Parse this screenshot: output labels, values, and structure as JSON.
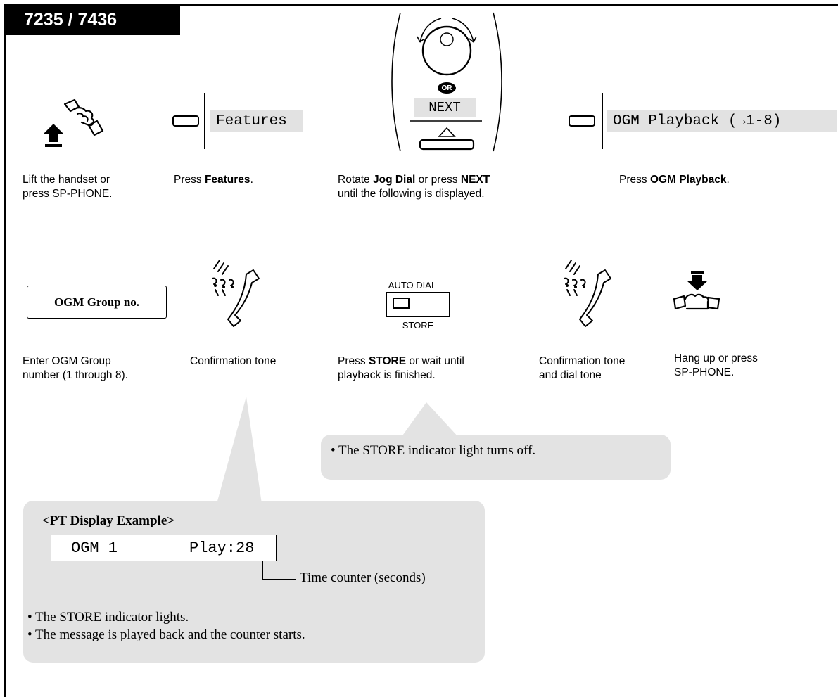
{
  "header": {
    "model": "7235 / 7436"
  },
  "row1": {
    "step1": {
      "line1": "Lift the handset or",
      "line2": "press SP-PHONE."
    },
    "step2": {
      "display": "Features",
      "pre": "Press ",
      "bold": "Features",
      "post": "."
    },
    "step3": {
      "or_label": "OR",
      "next_label": "NEXT",
      "line1_pre": "Rotate ",
      "line1_bold1": "Jog Dial",
      "line1_mid": " or press ",
      "line1_bold2": "NEXT",
      "line2": "until the following is displayed."
    },
    "step4": {
      "display": "OGM Playback (→1-8)",
      "pre": "Press ",
      "bold": "OGM Playback",
      "post": "."
    }
  },
  "row2": {
    "step1": {
      "box_label": "OGM Group no.",
      "line1": "Enter OGM Group",
      "line2": "number (1 through 8)."
    },
    "step2": {
      "line1": "Confirmation tone"
    },
    "step3": {
      "key_top": "AUTO DIAL",
      "key_bottom": "STORE",
      "line1_pre": "Press ",
      "line1_bold": "STORE",
      "line1_post": " or wait until",
      "line2": "playback is finished."
    },
    "step4": {
      "line1": "Confirmation tone",
      "line2": "and dial tone"
    },
    "step5": {
      "line1": "Hang up or press",
      "line2": "SP-PHONE."
    }
  },
  "note_store_off": {
    "text": "•  The STORE indicator light turns off."
  },
  "pt_display": {
    "title": "<PT Display Example>",
    "display_left": "OGM 1",
    "display_right": "Play:28",
    "counter_label": "Time counter (seconds)",
    "bullets": [
      "•  The STORE indicator lights.",
      "•  The message is played back and the counter starts."
    ]
  }
}
